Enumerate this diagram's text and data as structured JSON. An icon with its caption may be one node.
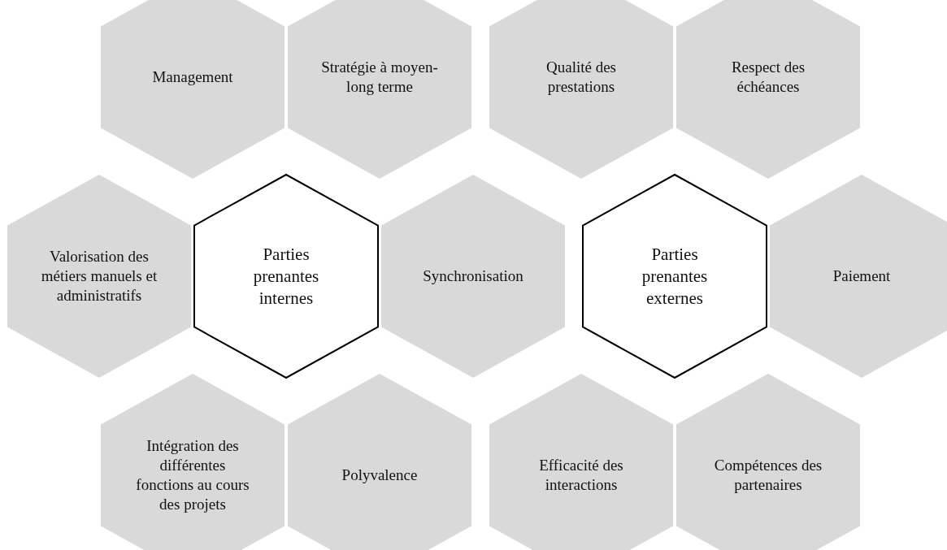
{
  "diagram": {
    "nodes": [
      {
        "text": [
          "Management"
        ]
      },
      {
        "text": [
          "Stratégie à moyen-long terme"
        ]
      },
      {
        "text": [
          "Qualité des prestations"
        ]
      },
      {
        "text": [
          "Respect des échéances"
        ]
      },
      {
        "text": [
          "Valorisation des métiers manuels et administratifs"
        ]
      },
      {
        "text": [
          "Parties prenantes internes"
        ]
      },
      {
        "text": [
          "Synchronisation"
        ]
      },
      {
        "text": [
          "Parties prenantes externes"
        ]
      },
      {
        "text": [
          "Paiement"
        ]
      },
      {
        "text": [
          "Intégration des différentes fonctions au cours des projets"
        ]
      },
      {
        "text": [
          "Polyvalence"
        ]
      },
      {
        "text": [
          "Efficacité des interactions"
        ]
      },
      {
        "text": [
          "Compétences des partenaires"
        ]
      }
    ]
  }
}
